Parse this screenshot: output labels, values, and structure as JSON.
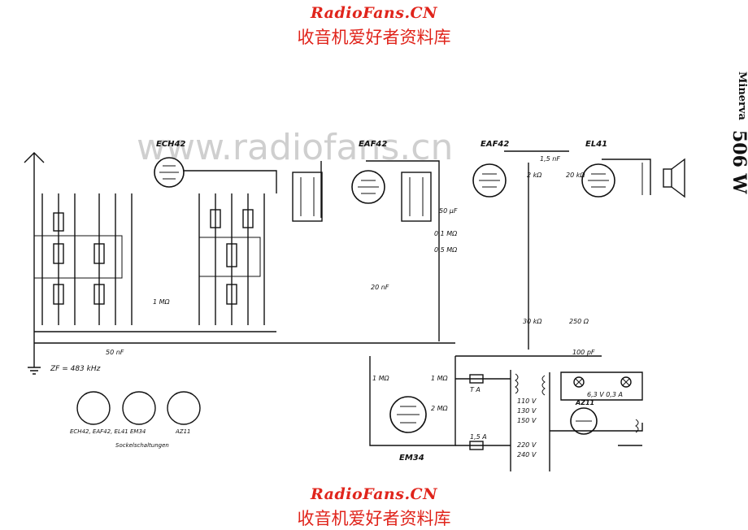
{
  "header": {
    "brand": "RadioFans.CN",
    "cn_text": "收音机爱好者资料库"
  },
  "footer": {
    "brand": "RadioFans.CN",
    "cn_text": "收音机爱好者资料库"
  },
  "watermark": "www.radiofans.cn",
  "side_title": {
    "maker": "Minerva",
    "model": "506 W"
  },
  "tubes": {
    "ech42": "ECH42",
    "eaf42_a": "EAF42",
    "eaf42_b": "EAF42",
    "el41": "EL41",
    "em34": "EM34",
    "az11": "AZ11"
  },
  "labels": {
    "if_freq": "ZF = 483 kHz",
    "socket_caption": "Sockelschaltungen",
    "socket_1": "ECH42, EAF42, EL41",
    "socket_2": "EM34",
    "socket_3": "AZ11",
    "fuse_1": "T A",
    "fuse_2": "1,5 A",
    "lamp": "6,3 V 0,3 A",
    "r_1m_a": "1 MΩ",
    "r_1m_b": "1 MΩ",
    "r_2m": "2 MΩ",
    "v_110": "110 V",
    "v_130": "130 V",
    "v_150": "150 V",
    "v_220": "220 V",
    "v_240": "240 V",
    "c_50nf": "50 nF",
    "c_100pf": "100 pF",
    "c_20nf": "20 nF",
    "r_30k": "30 kΩ",
    "r_250": "250 Ω",
    "r_1m_c": "1 MΩ",
    "c_50uf": "50 μF",
    "r_0_5m": "0,5 MΩ",
    "r_0_1m": "0,1 MΩ",
    "r_2k": "2 kΩ",
    "c_1_5nf": "1,5 nF",
    "r_20k": "20 kΩ"
  }
}
